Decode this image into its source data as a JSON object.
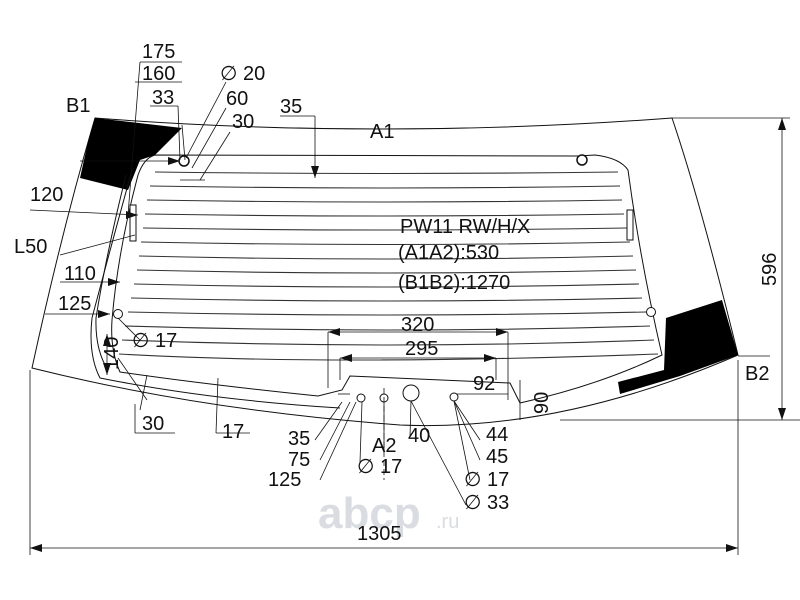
{
  "drawing": {
    "title": "PW11 RW/H/X",
    "spec_a": "(A1A2):530",
    "spec_b": "(B1B2):1270"
  },
  "points": {
    "a1": "A1",
    "a2": "A2",
    "b1": "B1",
    "b2": "B2"
  },
  "dimensions": {
    "d175": "175",
    "d160": "160",
    "d33": "33",
    "dia20": "∅ 20",
    "d60": "60",
    "d35_top": "35",
    "d30_top": "30",
    "d120": "120",
    "l50": "L50",
    "d110": "110",
    "d125_left": "125",
    "d140": "140",
    "dia17_left": "∅ 17",
    "d320": "320",
    "d295": "295",
    "d92": "92",
    "d90": "90",
    "d596": "596",
    "d30_bottom": "30",
    "d17_bottom": "17",
    "d35_bottom": "35",
    "d75": "75",
    "d125_bottom": "125",
    "d40": "40",
    "dia17_a2": "∅ 17",
    "d44": "44",
    "d45": "45",
    "dia17_right": "∅ 17",
    "dia33": "∅ 33",
    "d1305": "1305"
  },
  "watermark": {
    "logo": "abcp",
    "suffix": ".ru"
  },
  "colors": {
    "line": "#111111",
    "fill": "#000000",
    "watermark": "#d9dde1",
    "background": "#ffffff"
  }
}
